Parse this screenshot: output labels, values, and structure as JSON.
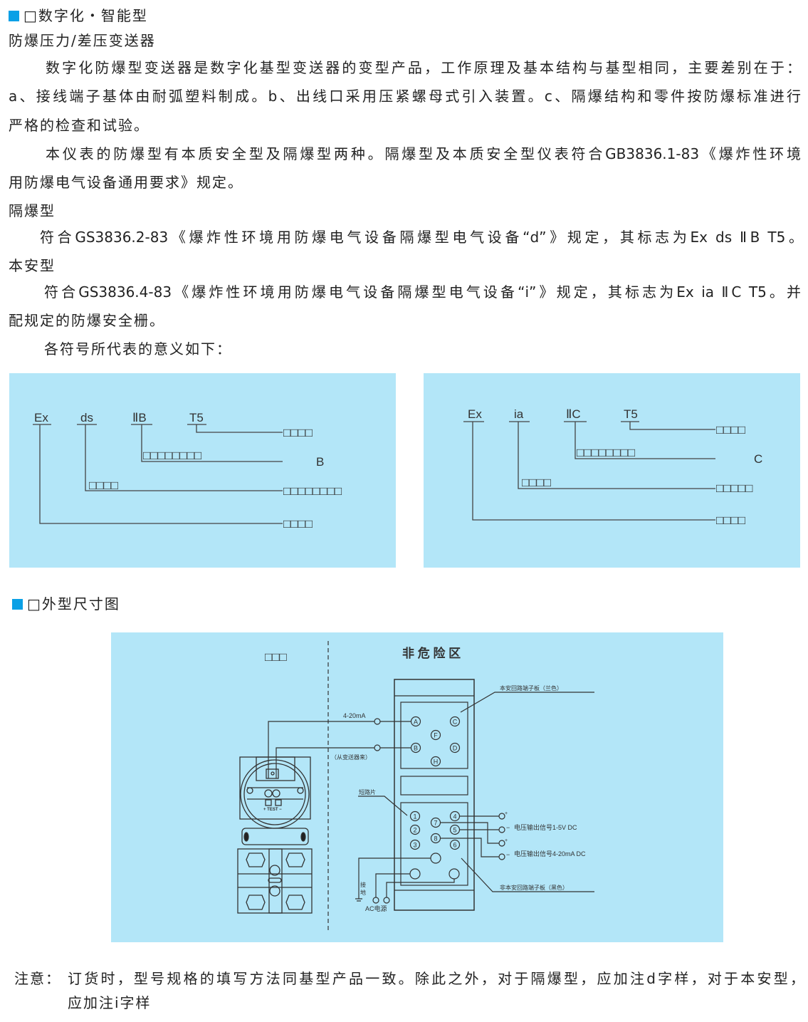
{
  "section1": {
    "title": "□数字化・智能型",
    "subtitle": "防爆压力/差压变送器"
  },
  "intro": [
    "数字化防爆型变送器是数字化基型变送器的变型产品，工作原理及基本结构与基型相同，主要差别在于：",
    "a、接线端子基体由耐弧塑料制成。b、出线口采用压紧螺母式引入装置。c、隔爆结构和零件按防爆标准进行",
    "严格的检查和试验。"
  ],
  "para2": [
    "本仪表的防爆型有本质安全型及隔爆型两种。隔爆型及本质安全型仪表符合GB3836.1-83《爆炸性环境",
    "用防爆电气设备通用要求》规定。"
  ],
  "flameproof": {
    "heading": "隔爆型",
    "text": "符合GS3836.2-83《爆炸性环境用防爆电气设备隔爆型电气设备“d”》规定，其标志为Ex ds ⅡB T5。"
  },
  "intrinsic": {
    "heading": "本安型",
    "text": [
      "符合GS3836.4-83《爆炸性环境用防爆电气设备隔爆型电气设备“i”》规定，其标志为Ex ia ⅡC T5。并",
      "配规定的防爆安全栅。"
    ]
  },
  "symbols_intro": "各符号所代表的意义如下：",
  "left_code": {
    "ex": "Ex",
    "ds": "ds",
    "group": "ⅡB",
    "temp": "T5",
    "temp_desc": "□□□□",
    "group_desc": "□□□□□□□□",
    "group_value": "B",
    "ds_label": "□□□□",
    "ds_desc": "□□□□□□□□",
    "ex_desc": "□□□□"
  },
  "right_code": {
    "ex": "Ex",
    "ia": "ia",
    "group": "ⅡC",
    "temp": "T5",
    "temp_desc": "□□□□",
    "group_desc": "□□□□□□□□",
    "group_value": "C",
    "ia_label": "□□□□",
    "ia_desc": "□□□□□",
    "ex_desc": "□□□□"
  },
  "section2": {
    "title": "□外型尺寸图"
  },
  "wiring": {
    "hazard_zone": "□□□",
    "safe_zone": "非 危 险 区",
    "current": "4-20mA",
    "from_transmitter": "（从变送器来）",
    "blue_board": "本安回路端子板（兰色）",
    "black_board": "非本安回路端子板（黑色）",
    "jumper": "短路片",
    "ground": [
      "接",
      "地"
    ],
    "ac_power": "AC电源",
    "out1": "电压输出信号1-5V DC",
    "out2": "电压输出信号4-20mA DC",
    "test": "+ TEST −",
    "terminals_upper": [
      "A",
      "C",
      "F",
      "B",
      "D",
      "H"
    ],
    "terminals_lower": [
      "1",
      "4",
      "7",
      "2",
      "5",
      "8",
      "3",
      "6"
    ],
    "plus": "+",
    "minus": "−"
  },
  "note": {
    "label": "注意：",
    "line1": "订货时，型号规格的填写方法同基型产品一致。除此之外，对于隔爆型，应加注d字样，对于本安型，",
    "line2": "应加注i字样"
  },
  "colors": {
    "accent": "#0aa0e6",
    "panel": "#b3e6f8"
  }
}
